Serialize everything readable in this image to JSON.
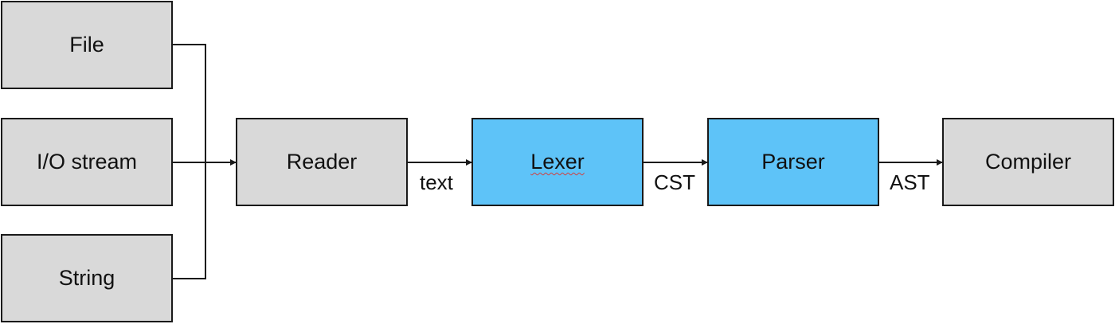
{
  "colors": {
    "gray_box": "#d9d9d9",
    "blue_box": "#5ec3f8",
    "stroke": "#1a1a1a"
  },
  "nodes": {
    "file": "File",
    "io_stream": "I/O stream",
    "string": "String",
    "reader": "Reader",
    "lexer": "Lexer",
    "parser": "Parser",
    "compiler": "Compiler"
  },
  "edges": {
    "reader_to_lexer": "text",
    "lexer_to_parser": "CST",
    "parser_to_compiler": "AST"
  }
}
